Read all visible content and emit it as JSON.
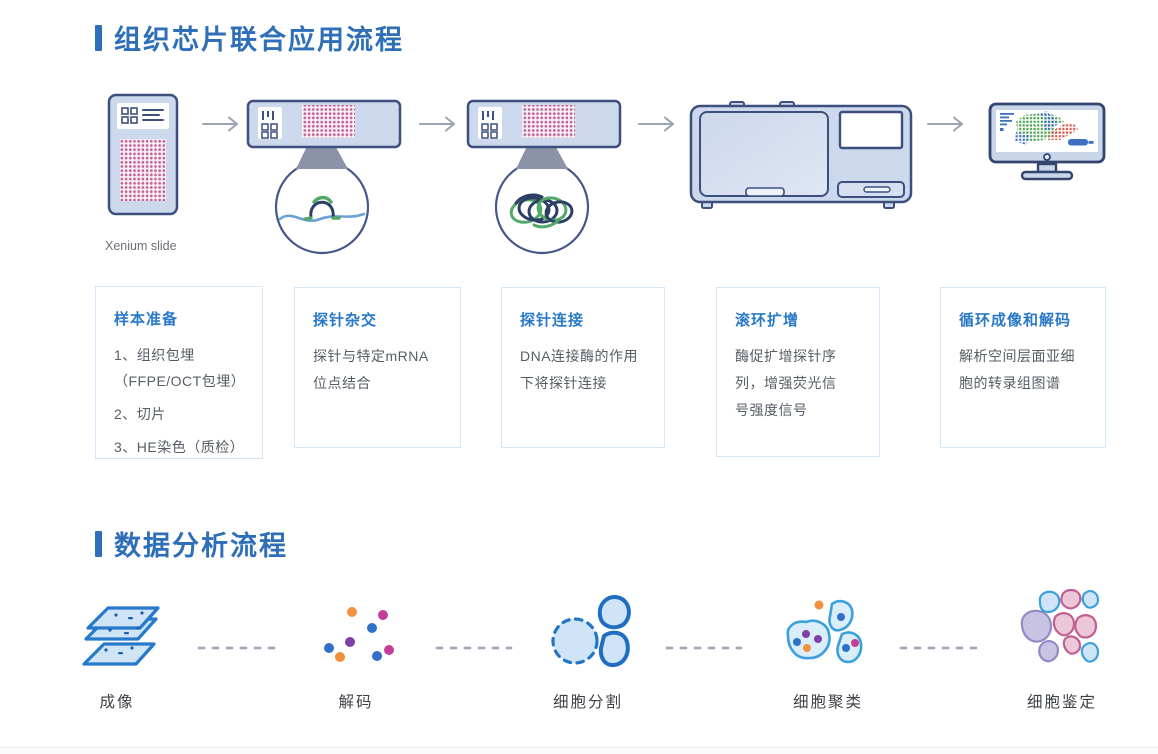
{
  "colors": {
    "accent_blue": "#2e6fb8",
    "card_title_blue": "#2979c8",
    "body_text": "#575d66",
    "slide_outline": "#3d4f7d",
    "slide_fill": "#ccd9ec",
    "tissue_dot_pink": "#b74a86",
    "arrow_gray": "#9aa5b1",
    "mrna_blue": "#6aa2d6",
    "probe_navy": "#2c3e66",
    "probe_green": "#54a868",
    "icon_blue": "#2779cc",
    "dot_orange": "#f0913c",
    "dot_magenta": "#c33f97",
    "dot_purple": "#7e3fa8",
    "cell_outline_blue": "#3ba0dc",
    "ident_pink": "#c05f93",
    "ident_lavender": "#928ac6"
  },
  "section1": {
    "title": "组织芯片联合应用流程",
    "slide_caption": "Xenium slide",
    "cards": [
      {
        "title": "样本准备",
        "items": [
          [
            "1、组织包埋",
            "（FFPE/OCT包埋）"
          ],
          [
            "2、切片"
          ],
          [
            "3、HE染色（质检）"
          ]
        ]
      },
      {
        "title": "探针杂交",
        "lines": [
          "探针与特定mRNA",
          "位点结合"
        ]
      },
      {
        "title": "探针连接",
        "lines": [
          "DNA连接酶的作用",
          "下将探针连接"
        ]
      },
      {
        "title": "滚环扩增",
        "lines": [
          "酶促扩增探针序",
          "列，增强荧光信",
          "号强度信号"
        ]
      },
      {
        "title": "循环成像和解码",
        "lines": [
          "解析空间层面亚细",
          "胞的转录组图谱"
        ]
      }
    ]
  },
  "section2": {
    "title": "数据分析流程",
    "steps": [
      {
        "label": "成像"
      },
      {
        "label": "解码"
      },
      {
        "label": "细胞分割"
      },
      {
        "label": "细胞聚类"
      },
      {
        "label": "细胞鉴定"
      }
    ]
  }
}
